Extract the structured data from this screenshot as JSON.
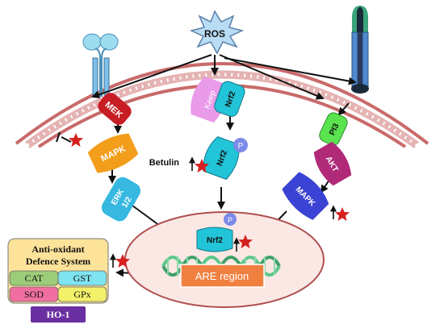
{
  "labels": {
    "ros": "ROS",
    "keep": "Keep",
    "nrf2": "Nrf2",
    "phospho": "P",
    "mek": "MEK",
    "mapk": "MAPK",
    "erk_line1": "ERK",
    "erk_line2": "1/2",
    "pi3": "PI3",
    "akt": "AKT",
    "betulin": "Betulin",
    "are_region": "ARE region"
  },
  "defence": {
    "title_line1": "Anti-oxidant",
    "title_line2": "Defence System",
    "enzymes": [
      {
        "label": "CAT",
        "color": "#9ccc7a"
      },
      {
        "label": "GST",
        "color": "#7fe3f0"
      },
      {
        "label": "SOD",
        "color": "#f06fa0"
      },
      {
        "label": "GPx",
        "color": "#f3f06a"
      }
    ],
    "ho1": "HO-1"
  },
  "colors": {
    "membrane": "#c96a6a",
    "nucleus_fill": "#fbe8e4",
    "dna": "#5bc78a",
    "are_box": "#f08040",
    "star": "#d62020",
    "ho1_box": "#6a2fa0",
    "defence_box": "#fde39a",
    "mek": "#c81d25",
    "mapk_left": "#f29e1b",
    "erk": "#36b8e0",
    "keep": "#e99ae8",
    "nrf2": "#22c4d8",
    "pi3": "#58e34f",
    "akt": "#b02a78",
    "mapk_right": "#3a43d4"
  }
}
